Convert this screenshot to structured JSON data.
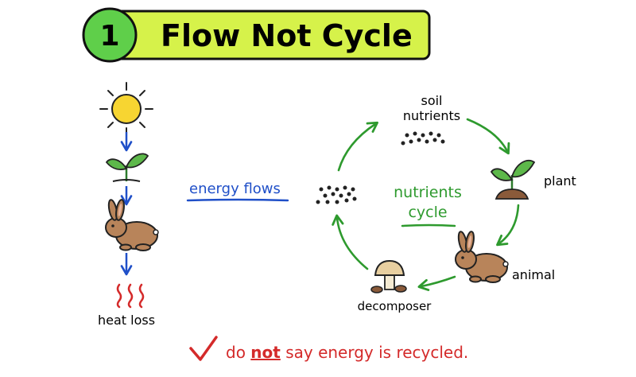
{
  "title": {
    "number": "1",
    "text": "Flow Not Cycle"
  },
  "energy": {
    "label": "energy flows",
    "heat_label": "heat loss",
    "color": "#1f4fc8",
    "steps": [
      "sun-icon",
      "plant-icon",
      "rabbit-icon",
      "heat-waves-icon"
    ]
  },
  "cycle": {
    "center_label_line1": "nutrients",
    "center_label_line2": "cycle",
    "color": "#2e9a2e",
    "nodes": {
      "soil_line1": "soil",
      "soil_line2": "nutrients",
      "plant": "plant",
      "animal": "animal",
      "decomposer": "decomposer"
    }
  },
  "footer": {
    "check_icon": "check-icon",
    "prefix": "do ",
    "emphasis": "not",
    "suffix": " say energy is recycled.",
    "color": "#d42a2a"
  },
  "colors": {
    "title_bg": "#d6f24a",
    "badge_bg": "#5fcf4a",
    "sun": "#f7d531",
    "leaf": "#5db84a",
    "rabbit": "#b8845a",
    "soil": "#8a5a3a",
    "mushroom_cap": "#e8cfa0"
  }
}
